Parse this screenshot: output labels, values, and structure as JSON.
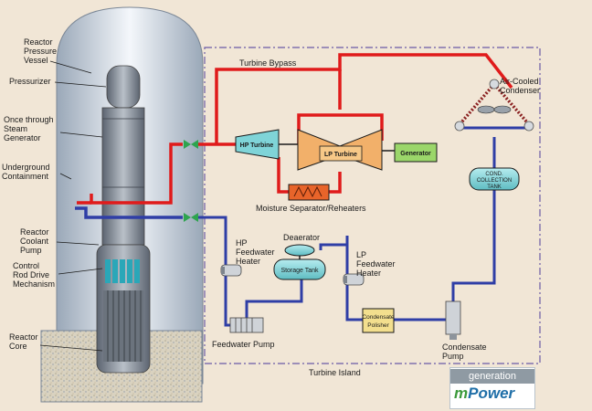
{
  "labels": {
    "reactor_pressure_vessel": [
      "Reactor",
      "Pressure",
      "Vessel"
    ],
    "pressurizer": "Pressurizer",
    "steam_generator": [
      "Once through",
      "Steam",
      "Generator"
    ],
    "underground_containment": [
      "Underground",
      "Containment"
    ],
    "reactor_coolant_pump": [
      "Reactor",
      "Coolant",
      "Pump"
    ],
    "control_rod_drive": [
      "Control",
      "Rod Drive",
      "Mechanism"
    ],
    "reactor_core": [
      "Reactor",
      "Core"
    ],
    "turbine_bypass": "Turbine Bypass",
    "air_cooled_condenser": [
      "Air-Cooled",
      "Condenser"
    ],
    "hp_turbine": "HP Turbine",
    "lp_turbine": "LP Turbine",
    "generator": "Generator",
    "moisture_separator": "Moisture Separator/Reheaters",
    "cond_collection_tank": [
      "COND.",
      "COLLECTION",
      "TANK"
    ],
    "deaerator": "Deaerator",
    "storage_tank": "Storage Tank",
    "hp_feedwater_heater": [
      "HP",
      "Feedwater",
      "Heater"
    ],
    "lp_feedwater_heater": [
      "LP",
      "Feedwater",
      "Heater"
    ],
    "condensate_polisher": [
      "Condensate",
      "Polisher"
    ],
    "feedwater_pump": "Feedwater Pump",
    "condensate_pump": [
      "Condensate",
      "Pump"
    ],
    "turbine_island": "Turbine Island"
  },
  "logo": {
    "line1": "generation",
    "line2_m": "m",
    "line2_rest": "Power"
  },
  "colors": {
    "steam": "#e01b1b",
    "water": "#2f3ea6",
    "island_border": "#6a5aa6",
    "background": "#f1e6d6",
    "equipment": "#7fd4d8",
    "generator": "#9bd66a",
    "moisture_separator": "#e8642a"
  }
}
